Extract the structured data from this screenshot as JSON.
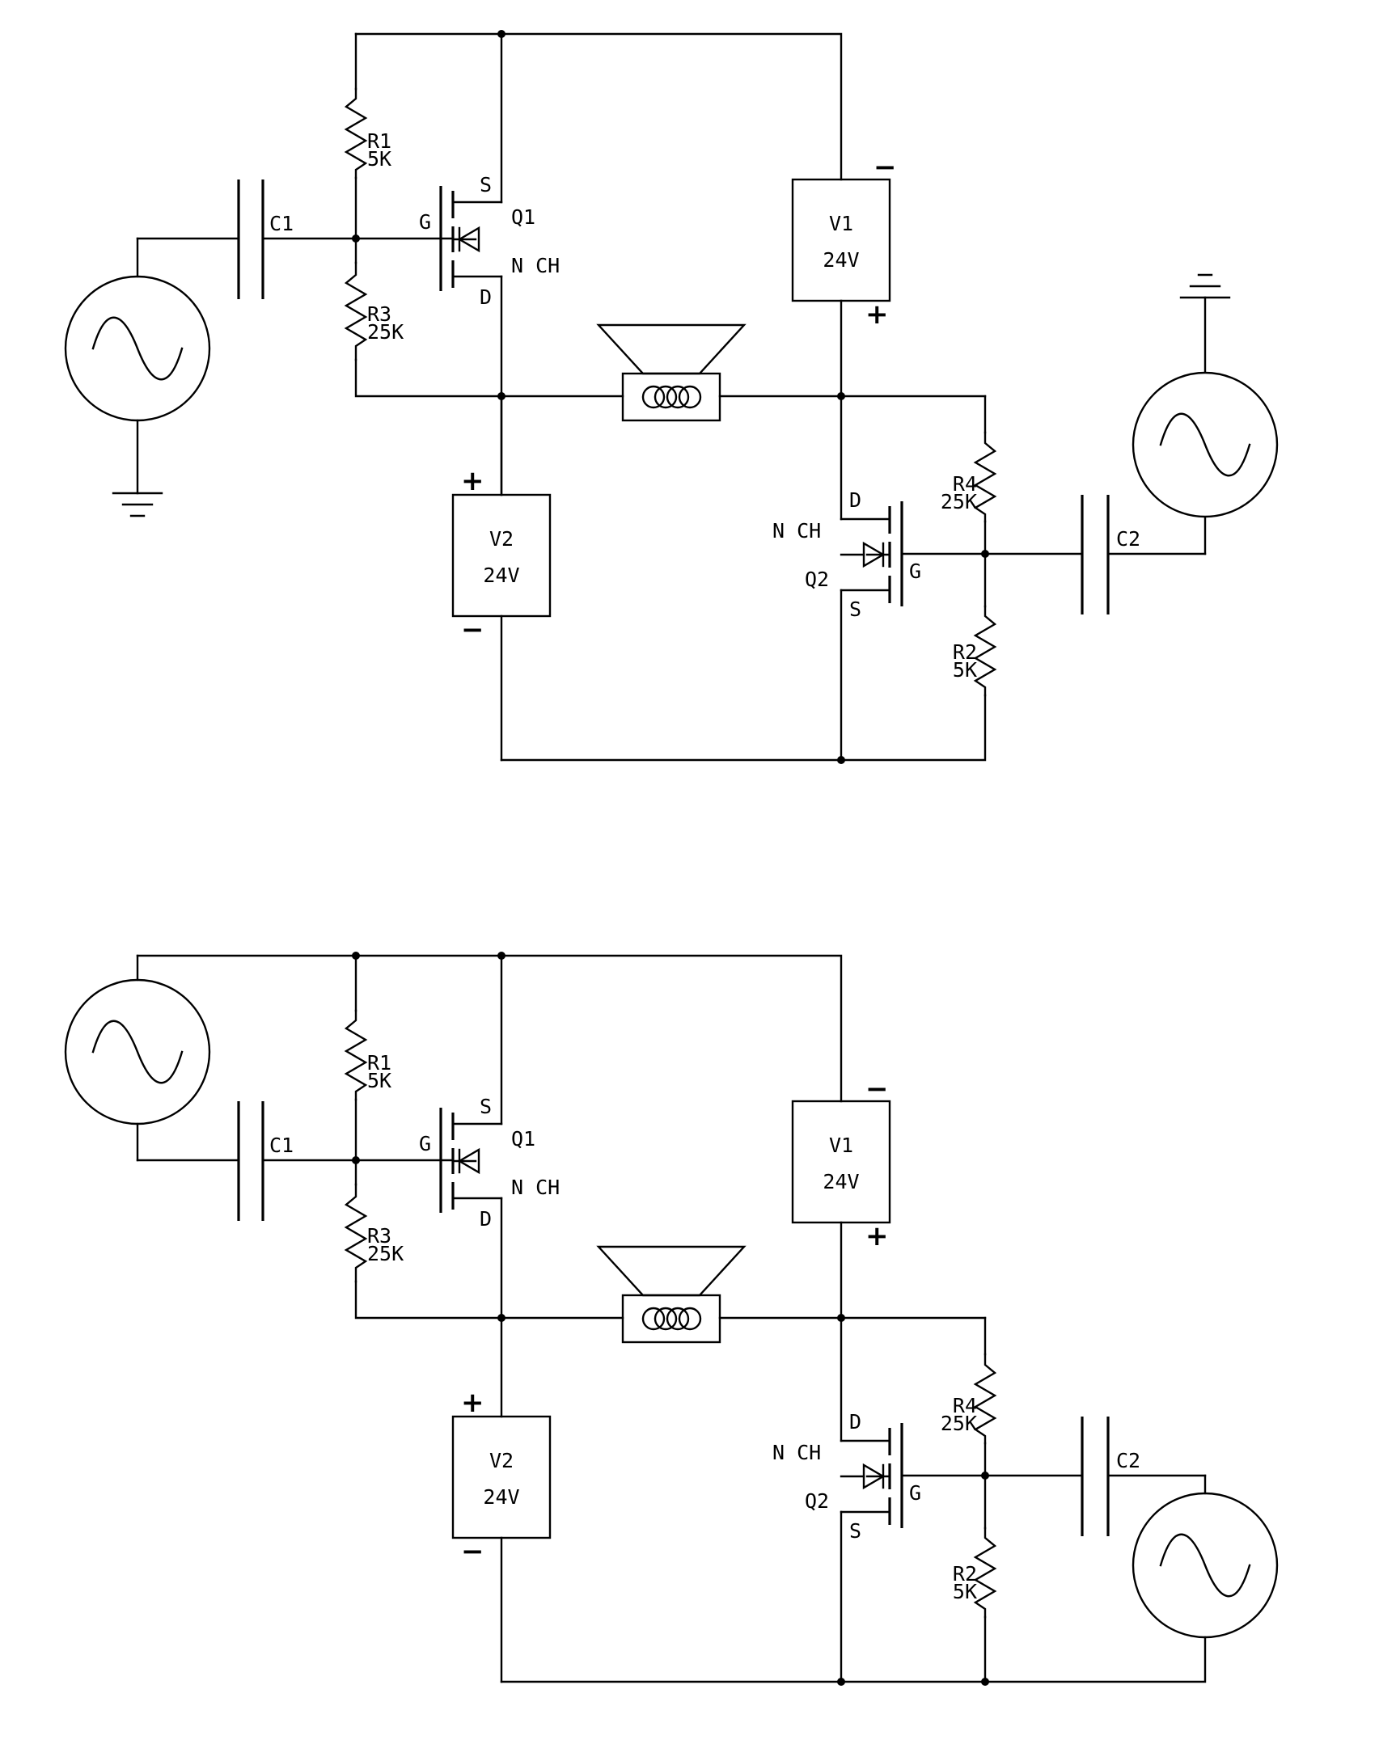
{
  "circuits": [
    {
      "resistors": {
        "r1": {
          "name": "R1",
          "value": "5K"
        },
        "r3": {
          "name": "R3",
          "value": "25K"
        },
        "r4": {
          "name": "R4",
          "value": "25K"
        },
        "r2": {
          "name": "R2",
          "value": "5K"
        }
      },
      "capacitors": {
        "c1": "C1",
        "c2": "C2"
      },
      "q1": {
        "name": "Q1",
        "type": "N CH",
        "gate": "G",
        "source": "S",
        "drain": "D"
      },
      "q2": {
        "name": "Q2",
        "type": "N CH",
        "gate": "G",
        "source": "S",
        "drain": "D"
      },
      "v1": {
        "name": "V1",
        "value": "24V",
        "top_sign": "−",
        "bottom_sign": "+"
      },
      "v2": {
        "name": "V2",
        "value": "24V",
        "top_sign": "+",
        "bottom_sign": "−"
      }
    },
    {
      "resistors": {
        "r1": {
          "name": "R1",
          "value": "5K"
        },
        "r3": {
          "name": "R3",
          "value": "25K"
        },
        "r4": {
          "name": "R4",
          "value": "25K"
        },
        "r2": {
          "name": "R2",
          "value": "5K"
        }
      },
      "capacitors": {
        "c1": "C1",
        "c2": "C2"
      },
      "q1": {
        "name": "Q1",
        "type": "N CH",
        "gate": "G",
        "source": "S",
        "drain": "D"
      },
      "q2": {
        "name": "Q2",
        "type": "N CH",
        "gate": "G",
        "source": "S",
        "drain": "D"
      },
      "v1": {
        "name": "V1",
        "value": "24V",
        "top_sign": "−",
        "bottom_sign": "+"
      },
      "v2": {
        "name": "V2",
        "value": "24V",
        "top_sign": "+",
        "bottom_sign": "−"
      }
    }
  ]
}
